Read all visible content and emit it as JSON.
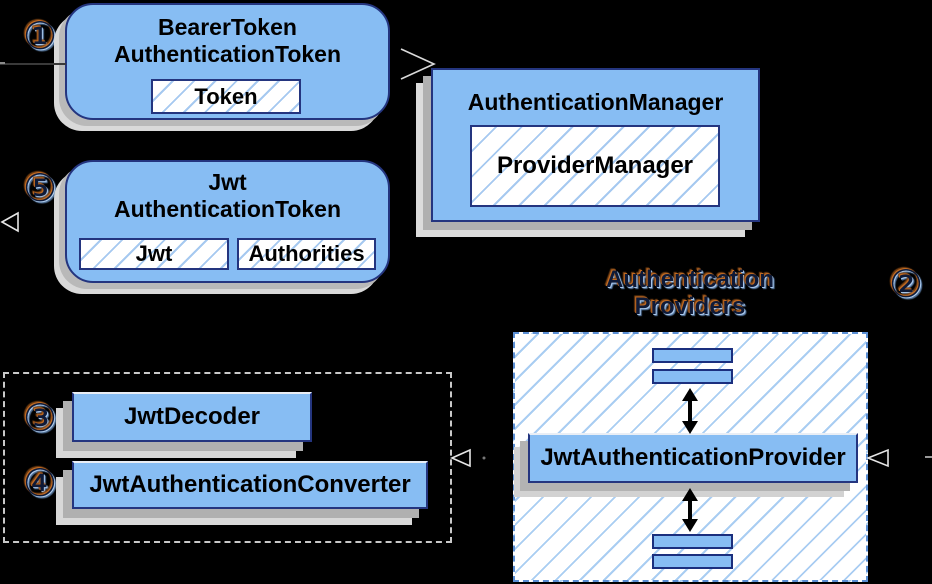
{
  "badges": {
    "step1": "①",
    "step2": "②",
    "step3": "③",
    "step4": "④",
    "step5": "⑤"
  },
  "nodes": {
    "bearer_token": {
      "title_line1": "BearerToken",
      "title_line2": "AuthenticationToken",
      "field_token": "Token"
    },
    "jwt_token": {
      "title_line1": "Jwt",
      "title_line2": "AuthenticationToken",
      "field_jwt": "Jwt",
      "field_authorities": "Authorities"
    },
    "authentication_manager": {
      "title": "AuthenticationManager",
      "inner": "ProviderManager"
    },
    "jwt_authentication_provider": {
      "label": "JwtAuthenticationProvider"
    },
    "jwt_decoder": {
      "label": "JwtDecoder"
    },
    "jwt_authentication_converter": {
      "label": "JwtAuthenticationConverter"
    }
  },
  "labels": {
    "providers_heading_line1": "Authentication",
    "providers_heading_line2": "Providers"
  },
  "colors": {
    "background": "#000000",
    "node_fill": "#87bdf3",
    "node_border": "#24357f",
    "hatch_line": "#a6c9f0",
    "shadow_dark": "#b0b0b0",
    "shadow_light": "#d9d9d9",
    "dashed_provider_border": "#5b8fd4",
    "dashed_group_border": "#c9c9c9",
    "chroma_orange": "#c06a22",
    "chroma_blue": "#a9c7ea"
  }
}
